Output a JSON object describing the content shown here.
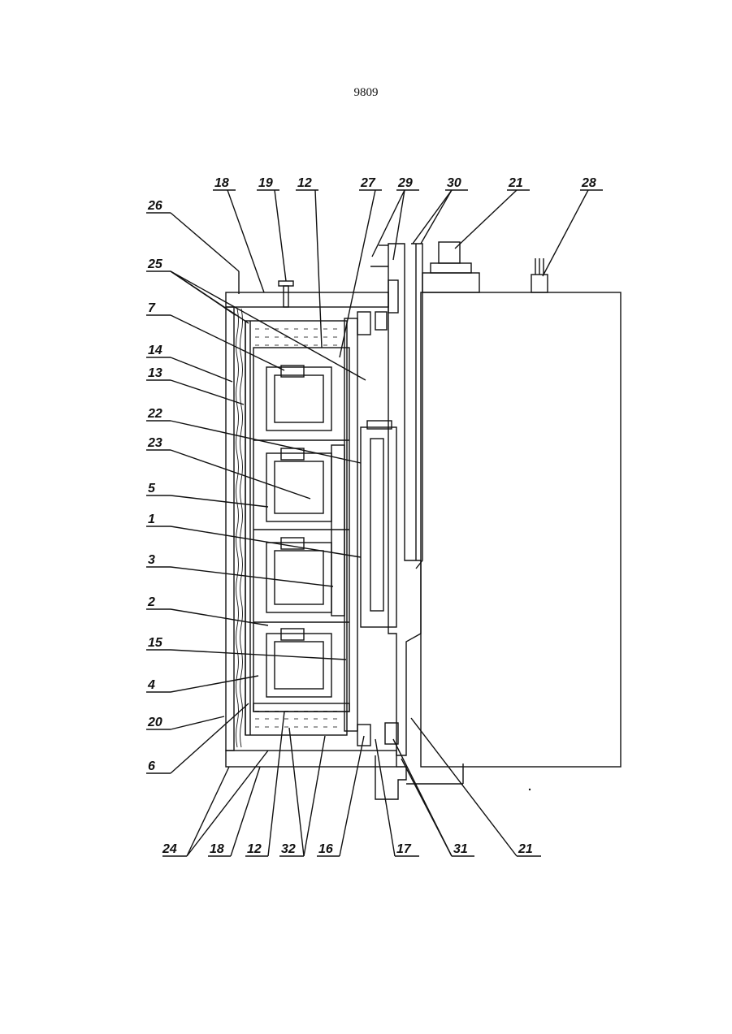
{
  "page": {
    "number": "9809"
  },
  "labels": {
    "l18a": "18",
    "l19": "19",
    "l12a": "12",
    "l27": "27",
    "l29": "29",
    "l30": "30",
    "l21a": "21",
    "l28": "28",
    "l26": "26",
    "l25": "25",
    "l7": "7",
    "l14": "14",
    "l13": "13",
    "l22": "22",
    "l23": "23",
    "l5": "5",
    "l1": "1",
    "l3": "3",
    "l2": "2",
    "l15": "15",
    "l4": "4",
    "l20": "20",
    "l6": "6",
    "l24": "24",
    "l18b": "18",
    "l12b": "12",
    "l32": "32",
    "l16": "16",
    "l17": "17",
    "l31": "31",
    "l21b": "21"
  }
}
